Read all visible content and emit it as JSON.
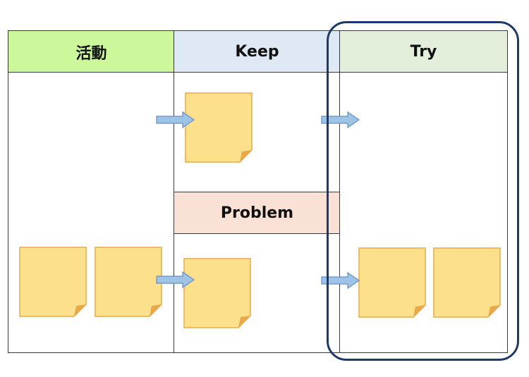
{
  "columns": {
    "activity": "活動",
    "keep": "Keep",
    "try": "Try"
  },
  "sections": {
    "problem": "Problem"
  },
  "colors": {
    "activity_header": "#ccf79b",
    "keep_header": "#dfe9f6",
    "try_header": "#e3efdb",
    "problem_header": "#fae1d6",
    "sticky_note": "#fde08b",
    "sticky_border": "#e8a94b",
    "arrow": "#9dc3e6",
    "highlight_frame": "#1f3a68"
  }
}
